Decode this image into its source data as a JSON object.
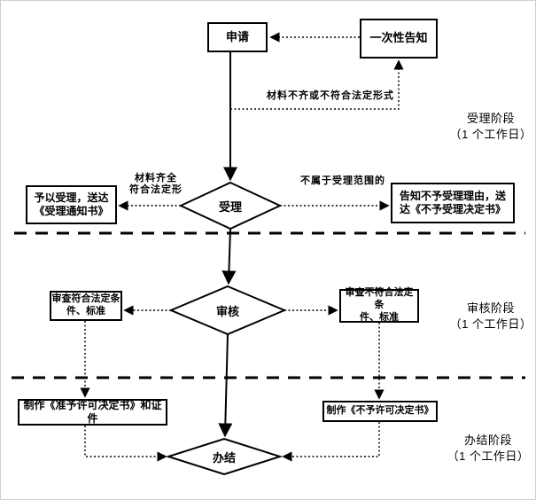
{
  "colors": {
    "line": "#000000",
    "background": "#ffffff",
    "text": "#000000"
  },
  "nodes": {
    "apply": "申请",
    "notice": "一次性告知",
    "accept": "受理",
    "accept_granted": [
      "予以受理，送达",
      "《受理通知书》"
    ],
    "accept_denied": [
      "告知不予受理理由，送",
      "达《不予受理决定书》"
    ],
    "review": "审核",
    "review_pass": [
      "审查符合法定条",
      "件、标准"
    ],
    "review_fail": [
      "审查不符合法定条",
      "件、标准"
    ],
    "make_permit": "制作《准予许可决定书》和证件",
    "make_denial": "制作《不予许可决定书》",
    "complete": "办结"
  },
  "edge_labels": {
    "materials_incomplete": "材料不齐或不符合法定形式",
    "materials_complete": [
      "材料齐全",
      "符合法定形"
    ],
    "out_of_scope": "不属于受理范围的"
  },
  "stage_labels": {
    "accept_stage": [
      "受理阶段",
      "（1 个工作日）"
    ],
    "review_stage": [
      "审核阶段",
      "（1 个工作日）"
    ],
    "complete_stage": [
      "办结阶段",
      "（1 个工作日）"
    ]
  }
}
